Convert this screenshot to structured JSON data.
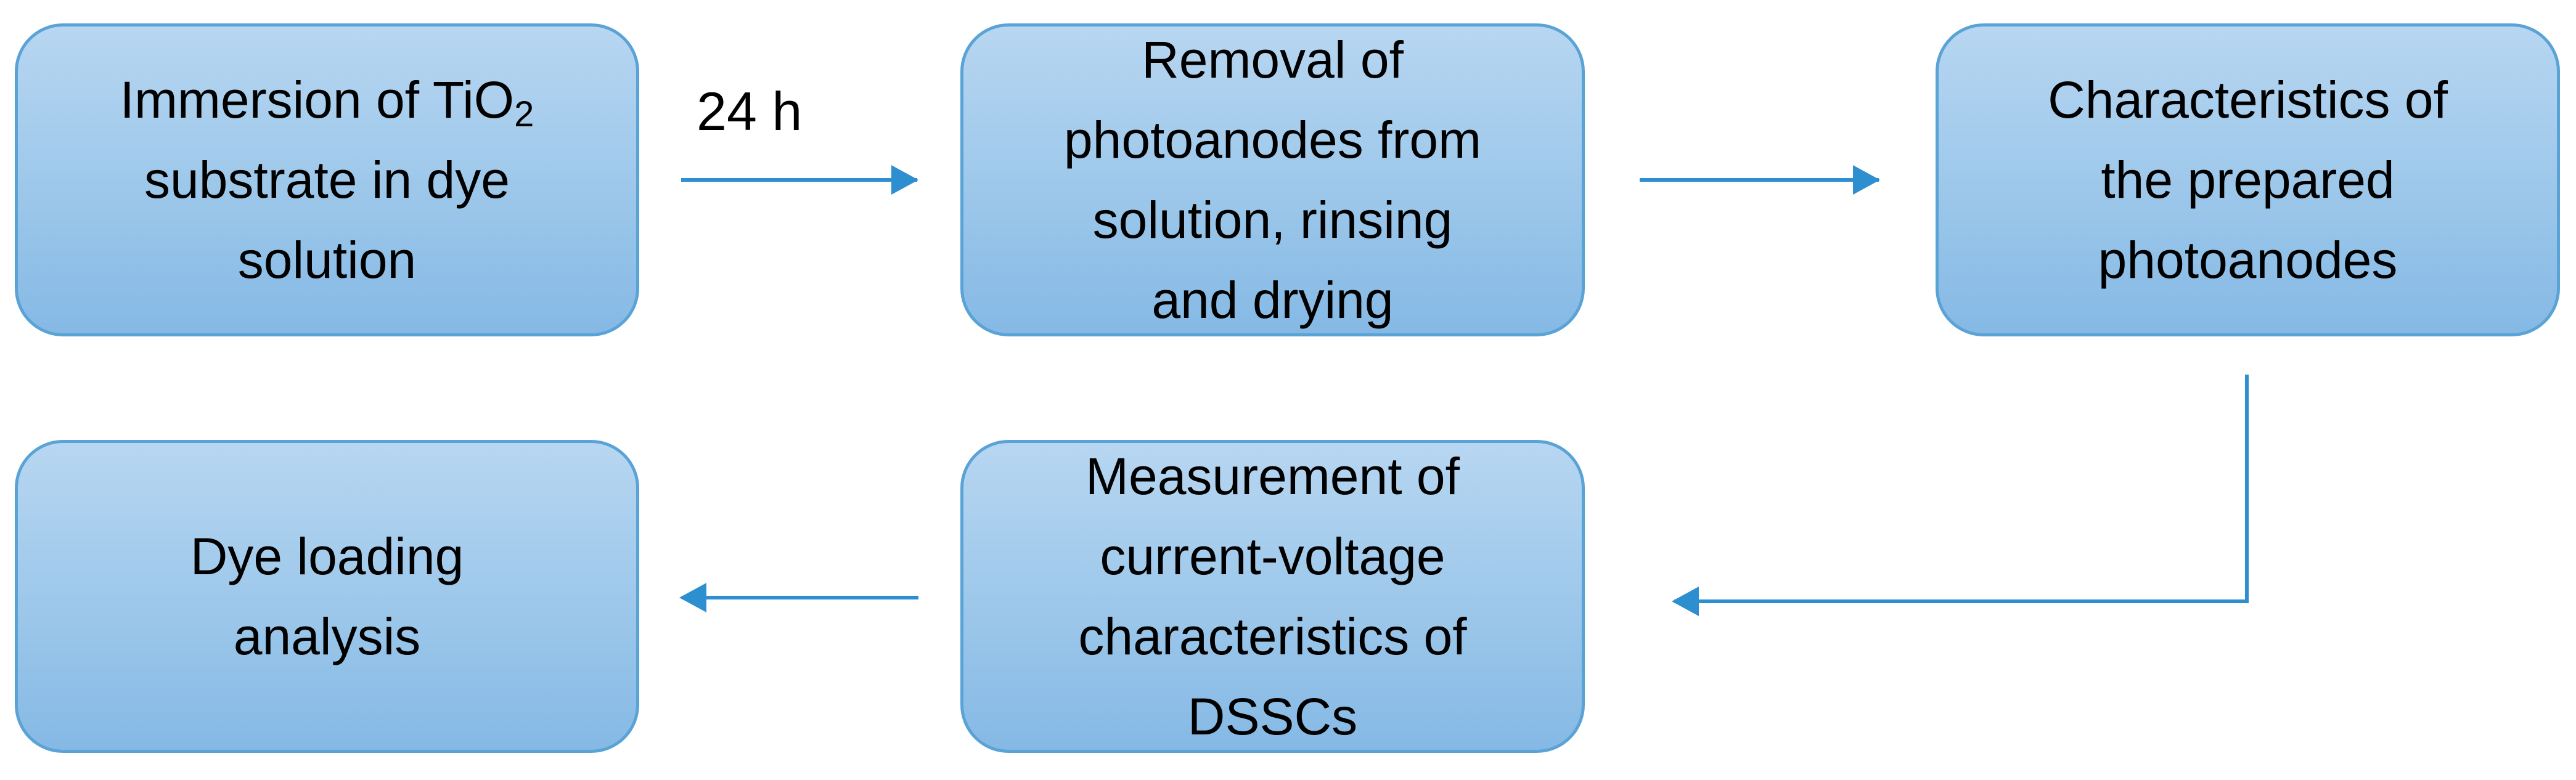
{
  "nodes": [
    {
      "id": "box1",
      "text_before": "Immersion of TiO",
      "subscript": "2",
      "text_after": "\nsubstrate in dye\nsolution"
    },
    {
      "id": "box2",
      "text": "Removal of\nphotoanodes from\nsolution, rinsing\nand drying"
    },
    {
      "id": "box3",
      "text": "Characteristics of\nthe prepared\nphotoanodes"
    },
    {
      "id": "box4",
      "text": "Measurement of\ncurrent-voltage\ncharacteristics of\nDSSCs"
    },
    {
      "id": "box5",
      "text": "Dye loading\nanalysis"
    }
  ],
  "edges": [
    {
      "from": "box1",
      "to": "box2",
      "label": "24 h"
    },
    {
      "from": "box2",
      "to": "box3",
      "label": ""
    },
    {
      "from": "box3",
      "to": "box4",
      "label": ""
    },
    {
      "from": "box4",
      "to": "box5",
      "label": ""
    }
  ],
  "colors": {
    "box_fill_top": "#b7d6f1",
    "box_fill_bottom": "#85b9e5",
    "box_border": "#5aa3d6",
    "arrow": "#2e8fd0"
  }
}
